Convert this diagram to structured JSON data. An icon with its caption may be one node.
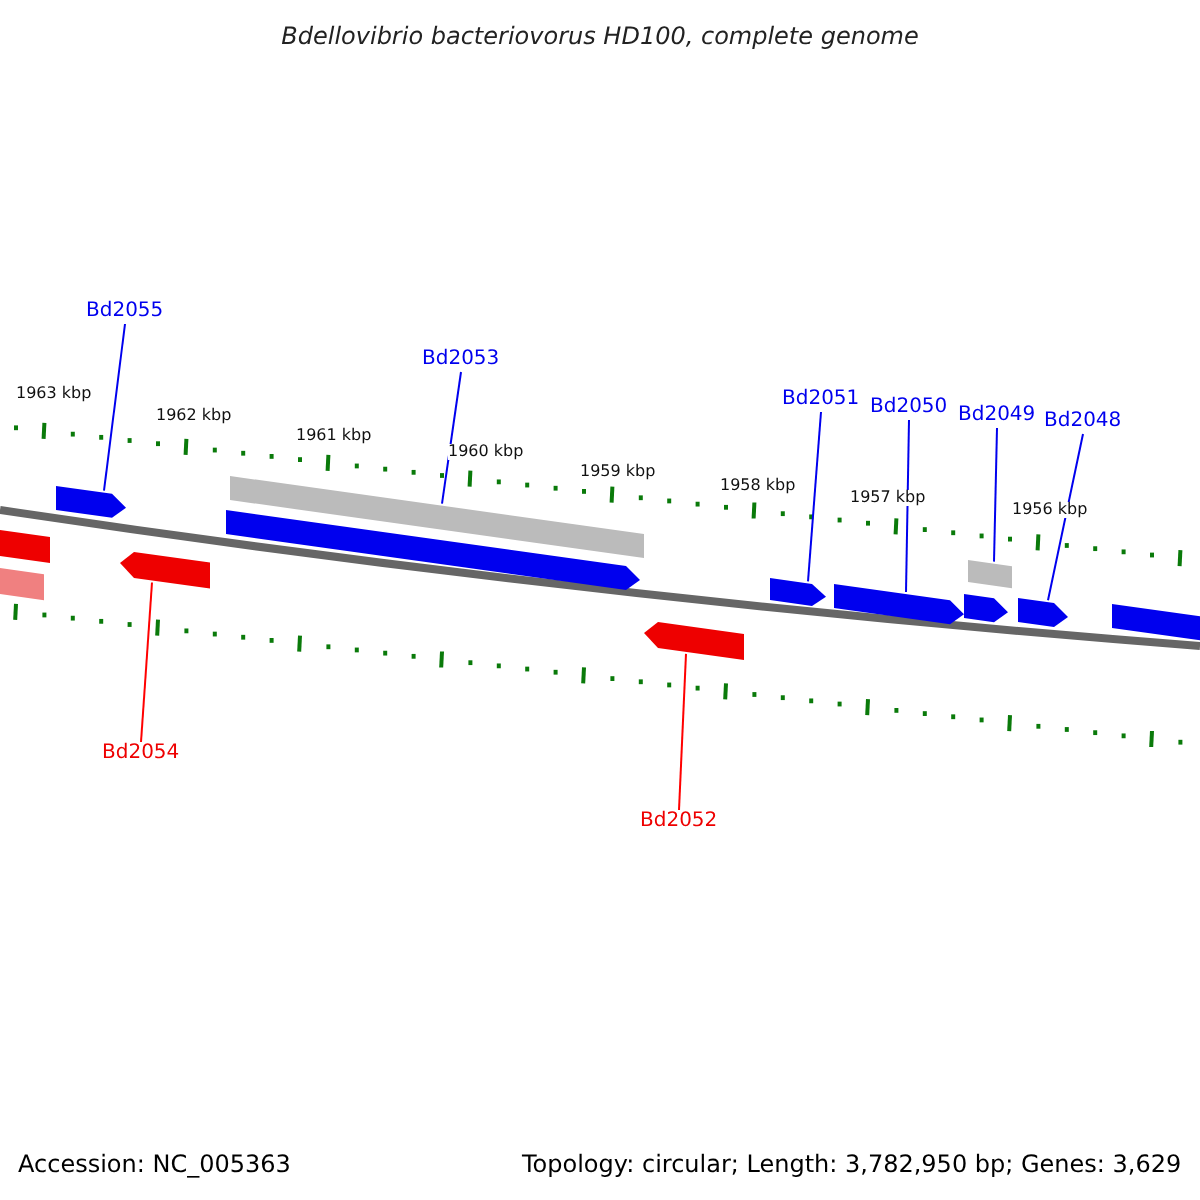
{
  "diagram": {
    "title": "Bdellovibrio bacteriovorus HD100, complete genome",
    "nodes": [
      {
        "text": [
          "Bd2055"
        ]
      },
      {
        "text": [
          "Bd2053"
        ]
      },
      {
        "text": [
          "Bd2051"
        ]
      },
      {
        "text": [
          "Bd2050"
        ]
      },
      {
        "text": [
          "Bd2049"
        ]
      },
      {
        "text": [
          "Bd2048"
        ]
      },
      {
        "text": [
          "Bd2054"
        ]
      },
      {
        "text": [
          "Bd2052"
        ]
      },
      {
        "text": [],
        "shape": "bar"
      },
      {
        "text": [],
        "shape": "bar"
      },
      {
        "text": [],
        "shape": "pentagon"
      },
      {
        "text": [],
        "shape": "pentagon"
      },
      {
        "text": [],
        "shape": "pentagon"
      },
      {
        "text": [],
        "shape": "bar"
      },
      {
        "text": [],
        "shape": "pentagon"
      },
      {
        "text": [],
        "shape": "pentagon"
      },
      {
        "text": [],
        "shape": "pentagon"
      },
      {
        "text": [],
        "shape": "pentagon"
      },
      {
        "text": [],
        "shape": "bar"
      },
      {
        "text": [],
        "shape": "pentagon"
      },
      {
        "text": [],
        "shape": "bar"
      }
    ],
    "edges": [
      {
        "from": 0,
        "to": 10,
        "arrow": "none"
      },
      {
        "from": 1,
        "to": 13,
        "arrow": "none"
      },
      {
        "from": 2,
        "to": 15,
        "arrow": "none"
      },
      {
        "from": 3,
        "to": 16,
        "arrow": "none"
      },
      {
        "from": 4,
        "to": 18,
        "arrow": "none"
      },
      {
        "from": 5,
        "to": 19,
        "arrow": "none"
      },
      {
        "from": 6,
        "to": 11,
        "arrow": "none",
        "color": "#ff0000"
      },
      {
        "from": 7,
        "to": 14,
        "arrow": "none",
        "color": "#ff0000"
      }
    ],
    "labels": [
      "1963 kbp",
      "1962 kbp",
      "1961 kbp",
      "1960 kbp",
      "1959 kbp",
      "1958 kbp",
      "1957 kbp",
      "1956 kbp",
      "Accession: NC_005363",
      "Topology: circular; Length: 3,782,950 bp; Genes: 3,629"
    ]
  }
}
